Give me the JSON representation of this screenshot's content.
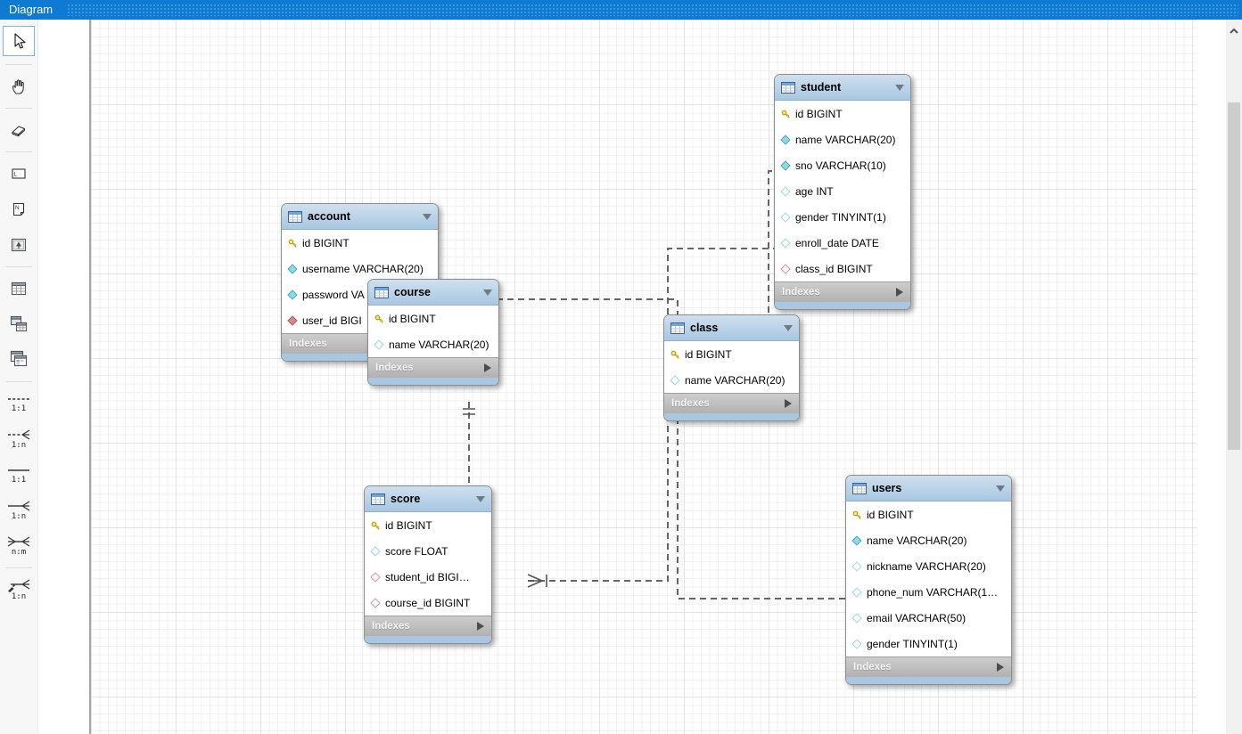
{
  "window": {
    "tab_title": "Diagram"
  },
  "toolbar": {
    "tools": [
      {
        "name": "select",
        "icon": "cursor-icon",
        "selected": true
      },
      {
        "name": "pan",
        "icon": "hand-icon",
        "selected": false
      },
      {
        "name": "delete",
        "icon": "eraser-icon",
        "selected": false
      },
      {
        "name": "new-layer",
        "icon": "layer-icon",
        "selected": false
      },
      {
        "name": "new-note",
        "icon": "note-icon",
        "selected": false
      },
      {
        "name": "new-image",
        "icon": "image-icon",
        "selected": false
      },
      {
        "name": "new-table",
        "icon": "table-grid-icon",
        "selected": false
      },
      {
        "name": "new-view",
        "icon": "view-icon",
        "selected": false
      },
      {
        "name": "new-routine-group",
        "icon": "routine-group-icon",
        "selected": false
      },
      {
        "name": "rel-1-1-non-identifying",
        "icon": "relationship-1-1-dashed-icon",
        "label": "1:1",
        "selected": false
      },
      {
        "name": "rel-1-n-non-identifying",
        "icon": "relationship-1-n-dashed-icon",
        "label": "1:n",
        "selected": false
      },
      {
        "name": "rel-1-1-identifying",
        "icon": "relationship-1-1-solid-icon",
        "label": "1:1",
        "selected": false
      },
      {
        "name": "rel-1-n-identifying",
        "icon": "relationship-1-n-solid-icon",
        "label": "1:n",
        "selected": false
      },
      {
        "name": "rel-n-m-identifying",
        "icon": "relationship-n-m-icon",
        "label": "n:m",
        "selected": false
      },
      {
        "name": "rel-existing-columns",
        "icon": "relationship-pick-columns-icon",
        "label": "1:n",
        "selected": false
      }
    ]
  },
  "diagram": {
    "tables": [
      {
        "name": "account",
        "footer_label": "Indexes",
        "columns": [
          {
            "text": "id BIGINT",
            "icon": "primary-key-icon"
          },
          {
            "text": "username VARCHAR(20)",
            "icon": "diamond-filled-icon"
          },
          {
            "text": "password VA",
            "icon": "diamond-filled-icon"
          },
          {
            "text": "user_id BIGI",
            "icon": "diamond-red-filled-icon"
          }
        ]
      },
      {
        "name": "course",
        "footer_label": "Indexes",
        "columns": [
          {
            "text": "id BIGINT",
            "icon": "primary-key-icon"
          },
          {
            "text": "name VARCHAR(20)",
            "icon": "diamond-icon"
          }
        ]
      },
      {
        "name": "student",
        "footer_label": "Indexes",
        "columns": [
          {
            "text": "id BIGINT",
            "icon": "primary-key-icon"
          },
          {
            "text": "name VARCHAR(20)",
            "icon": "diamond-filled-icon"
          },
          {
            "text": "sno VARCHAR(10)",
            "icon": "diamond-filled-icon"
          },
          {
            "text": "age INT",
            "icon": "diamond-icon"
          },
          {
            "text": "gender TINYINT(1)",
            "icon": "diamond-icon"
          },
          {
            "text": "enroll_date DATE",
            "icon": "diamond-icon"
          },
          {
            "text": "class_id BIGINT",
            "icon": "diamond-red-icon"
          }
        ]
      },
      {
        "name": "class",
        "footer_label": "Indexes",
        "columns": [
          {
            "text": "id BIGINT",
            "icon": "primary-key-icon"
          },
          {
            "text": "name VARCHAR(20)",
            "icon": "diamond-icon"
          }
        ]
      },
      {
        "name": "score",
        "footer_label": "Indexes",
        "columns": [
          {
            "text": "id BIGINT",
            "icon": "primary-key-icon"
          },
          {
            "text": "score FLOAT",
            "icon": "diamond-icon"
          },
          {
            "text": "student_id BIGI…",
            "icon": "diamond-red-icon"
          },
          {
            "text": "course_id BIGINT",
            "icon": "diamond-red-icon"
          }
        ]
      },
      {
        "name": "users",
        "footer_label": "Indexes",
        "columns": [
          {
            "text": "id BIGINT",
            "icon": "primary-key-icon"
          },
          {
            "text": "name VARCHAR(20)",
            "icon": "diamond-filled-icon"
          },
          {
            "text": "nickname VARCHAR(20)",
            "icon": "diamond-icon"
          },
          {
            "text": "phone_num VARCHAR(1…",
            "icon": "diamond-icon"
          },
          {
            "text": "email VARCHAR(50)",
            "icon": "diamond-icon"
          },
          {
            "text": "gender TINYINT(1)",
            "icon": "diamond-icon"
          }
        ]
      }
    ],
    "relationships": [
      {
        "from": "student",
        "to": "class",
        "style": "dashed",
        "cardinality": "1:n"
      },
      {
        "from": "score",
        "to": "student",
        "style": "dashed",
        "cardinality": "1:n"
      },
      {
        "from": "score",
        "to": "course",
        "style": "dashed",
        "cardinality": "1:n"
      },
      {
        "from": "account",
        "to": "users",
        "style": "dashed",
        "cardinality": "1:1"
      }
    ],
    "colors": {
      "tab_bar": "#0f7ad1",
      "table_header": "#a8c7e1",
      "table_footer": "#b1b1b1",
      "bottom_strip": "#a9c7e1",
      "connector": "#666666",
      "key_icon": "#f5d64a",
      "notnull_diamond": "#8fdbe4",
      "fk_diamond": "#d4878b"
    }
  }
}
